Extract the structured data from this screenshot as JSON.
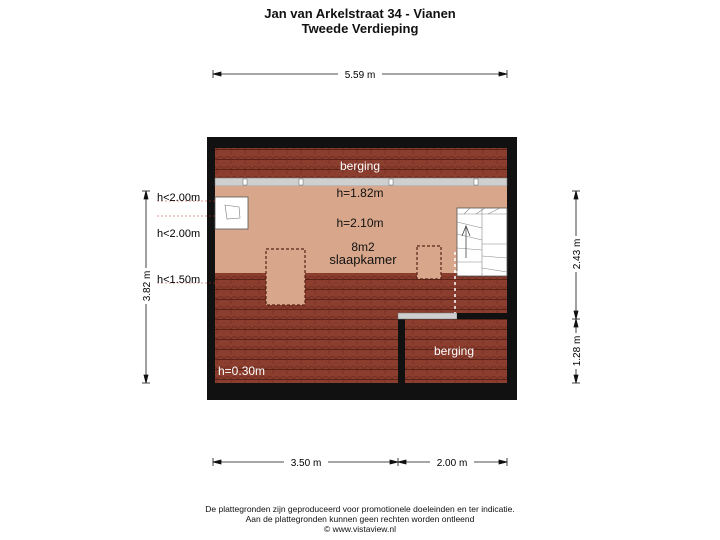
{
  "title": {
    "line1": "Jan van Arkelstraat 34 - Vianen",
    "line2": "Tweede Verdieping"
  },
  "dimensions": {
    "top_width": "5.59 m",
    "left_height": "3.82 m",
    "right_upper": "2.43 m",
    "right_lower": "1.28 m",
    "bottom_left": "3.50 m",
    "bottom_right": "2.00 m"
  },
  "heights": {
    "h1": "h<2.00m",
    "h2": "h<2.00m",
    "h3": "h<1.50m"
  },
  "rooms": {
    "berging_top": "berging",
    "h_182": "h=1.82m",
    "h_210": "h=2.10m",
    "area": "8m2",
    "slaapkamer": "slaapkamer",
    "berging_bottom": "berging",
    "h_030": "h=0.30m"
  },
  "footer": {
    "line1": "De plattegronden zijn geproduceerd voor promotionele doeleinden en ter indicatie.",
    "line2": "Aan de plattegronden kunnen geen rechten worden ontleend",
    "line3": "© www.vistaview.nl"
  },
  "colors": {
    "roof_tile": "#8b3d2e",
    "floor": "#d8a68a",
    "wall": "#111111"
  }
}
